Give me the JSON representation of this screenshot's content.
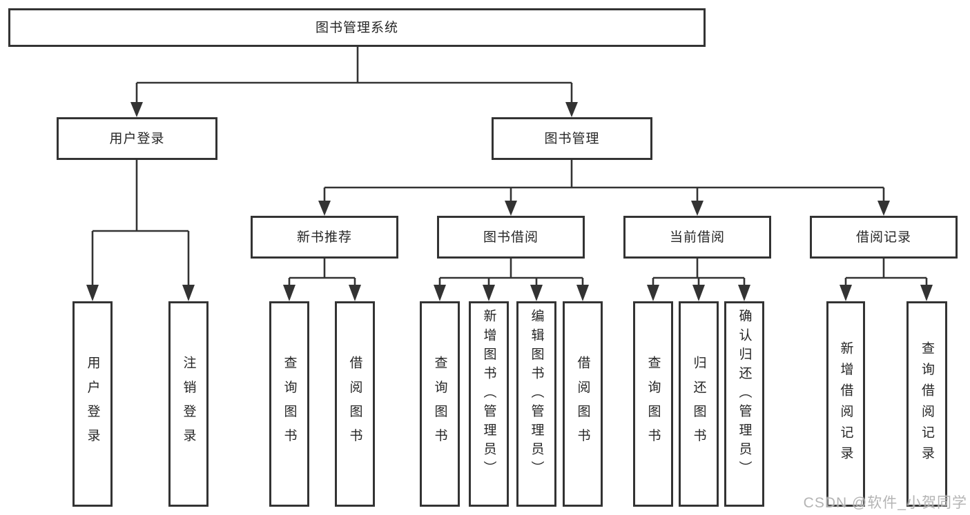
{
  "diagram": {
    "title": "图书管理系统",
    "root": {
      "label": "图书管理系统"
    },
    "level2": [
      "用户登录",
      "图书管理"
    ],
    "level3": [
      "新书推荐",
      "图书借阅",
      "当前借阅",
      "借阅记录"
    ],
    "leaves": {
      "user_login": [
        "用户登录",
        "注销登录"
      ],
      "new_book": [
        "查询图书",
        "借阅图书"
      ],
      "borrow": [
        "查询图书",
        "新增图书（管理员）",
        "编辑图书（管理员）",
        "借阅图书"
      ],
      "current": [
        "查询图书",
        "归还图书",
        "确认归还（管理员）"
      ],
      "records": [
        "新增借阅记录",
        "查询借阅记录"
      ]
    }
  },
  "watermark": {
    "text": "CSDN @软件_小贺同学"
  },
  "colors": {
    "line": "#333333",
    "text": "#262626",
    "watermark": "#b0b0b0",
    "background": "#ffffff"
  }
}
